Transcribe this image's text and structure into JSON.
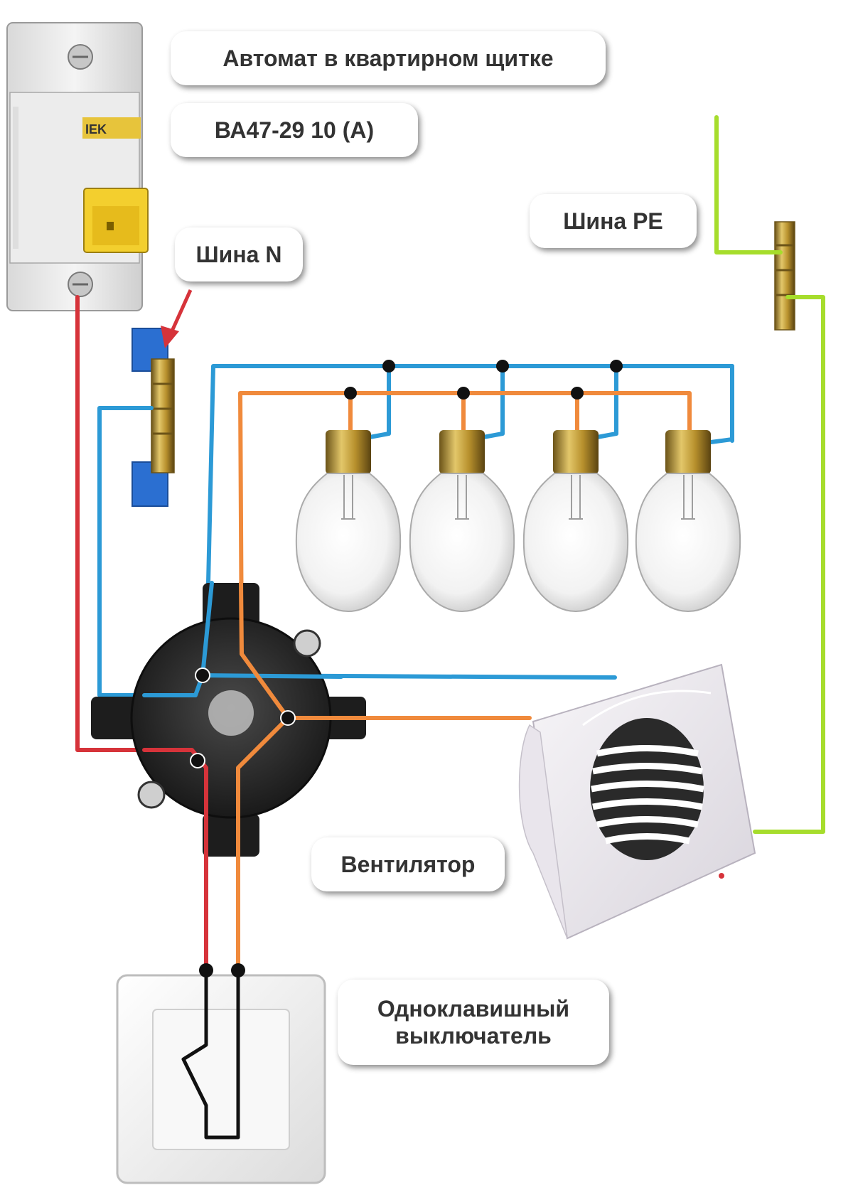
{
  "labels": {
    "breaker_title": "Автомат в квартирном щитке",
    "breaker_model": "ВА47-29 10 (А)",
    "bus_n": "Шина N",
    "bus_pe": "Шина PE",
    "fan": "Вентилятор",
    "switch_line1": "Одноклавишный",
    "switch_line2": "выключатель"
  },
  "breaker": {
    "brand": "IEK"
  },
  "wire_colors": {
    "phase": "#d6333a",
    "neutral": "#2c9ad6",
    "switched": "#f08a3c",
    "ground": "#a6dd2c"
  },
  "icons": [
    "circuit-breaker-icon",
    "neutral-bus-icon",
    "pe-bus-icon",
    "light-bulb-icon",
    "junction-box-icon",
    "fan-icon",
    "switch-icon"
  ]
}
